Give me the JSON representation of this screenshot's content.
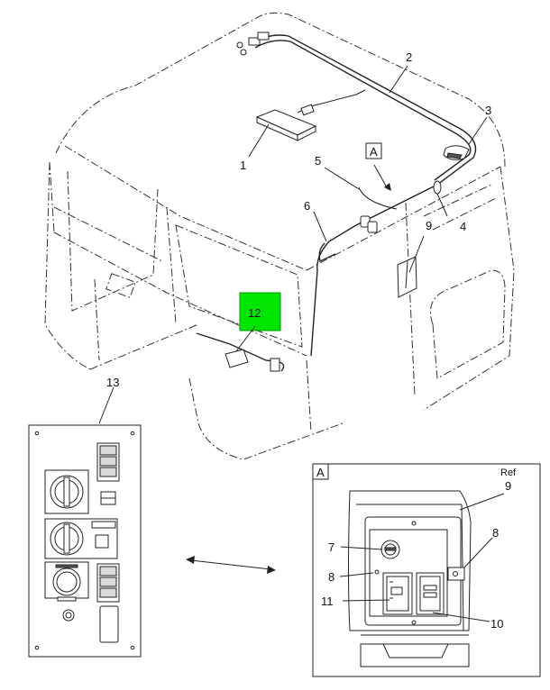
{
  "callouts": {
    "c1": "1",
    "c2": "2",
    "c3": "3",
    "c4": "4",
    "c5": "5",
    "c6": "6",
    "c9_top": "9",
    "c12": "12",
    "c13": "13",
    "detail_label": "A",
    "detail_ref": "Ref",
    "detail_9": "9",
    "detail_7": "7",
    "detail_8_right": "8",
    "detail_8_left": "8",
    "detail_11": "11",
    "detail_10": "10"
  },
  "view_marker": {
    "label": "A"
  },
  "colors": {
    "highlight": "#00e600",
    "line": "#222222"
  }
}
